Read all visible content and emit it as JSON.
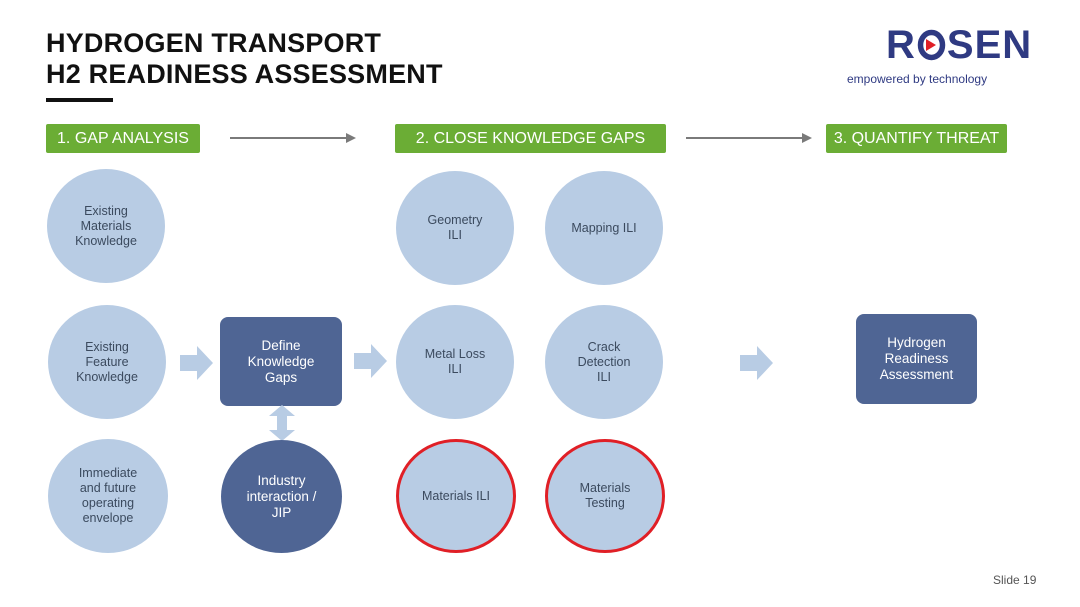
{
  "header": {
    "title_line1": "HYDROGEN TRANSPORT",
    "title_line2": "H2 READINESS ASSESSMENT"
  },
  "logo": {
    "brand_pre": "R",
    "brand_post": "SEN",
    "tagline": "empowered by technology",
    "color": "#2f3a82",
    "accent": "#e01f26"
  },
  "stages": [
    {
      "label": "1. GAP ANALYSIS"
    },
    {
      "label": "2. CLOSE KNOWLEDGE GAPS"
    },
    {
      "label": "3. QUANTIFY THREAT"
    }
  ],
  "gap_analysis": {
    "materials": "Existing\nMaterials\nKnowledge",
    "feature": "Existing\nFeature\nKnowledge",
    "envelope": "Immediate\nand future\noperating\nenvelope",
    "define_gaps": "Define\nKnowledge\nGaps",
    "industry": "Industry\ninteraction /\nJIP"
  },
  "close_gaps": {
    "geometry": "Geometry\nILI",
    "mapping": "Mapping ILI",
    "metal_loss": "Metal Loss\nILI",
    "crack": "Crack\nDetection\nILI",
    "materials_ili": "Materials ILI",
    "materials_testing": "Materials\nTesting"
  },
  "quantify": {
    "readiness": "Hydrogen\nReadiness\nAssessment"
  },
  "footer": {
    "slide": "Slide 19"
  },
  "colors": {
    "stage_green": "#6bad35",
    "circle_light": "#b8cce4",
    "box_dark": "#4f6594",
    "highlight_red": "#e01f26",
    "arrow_light": "#b8cce4"
  }
}
